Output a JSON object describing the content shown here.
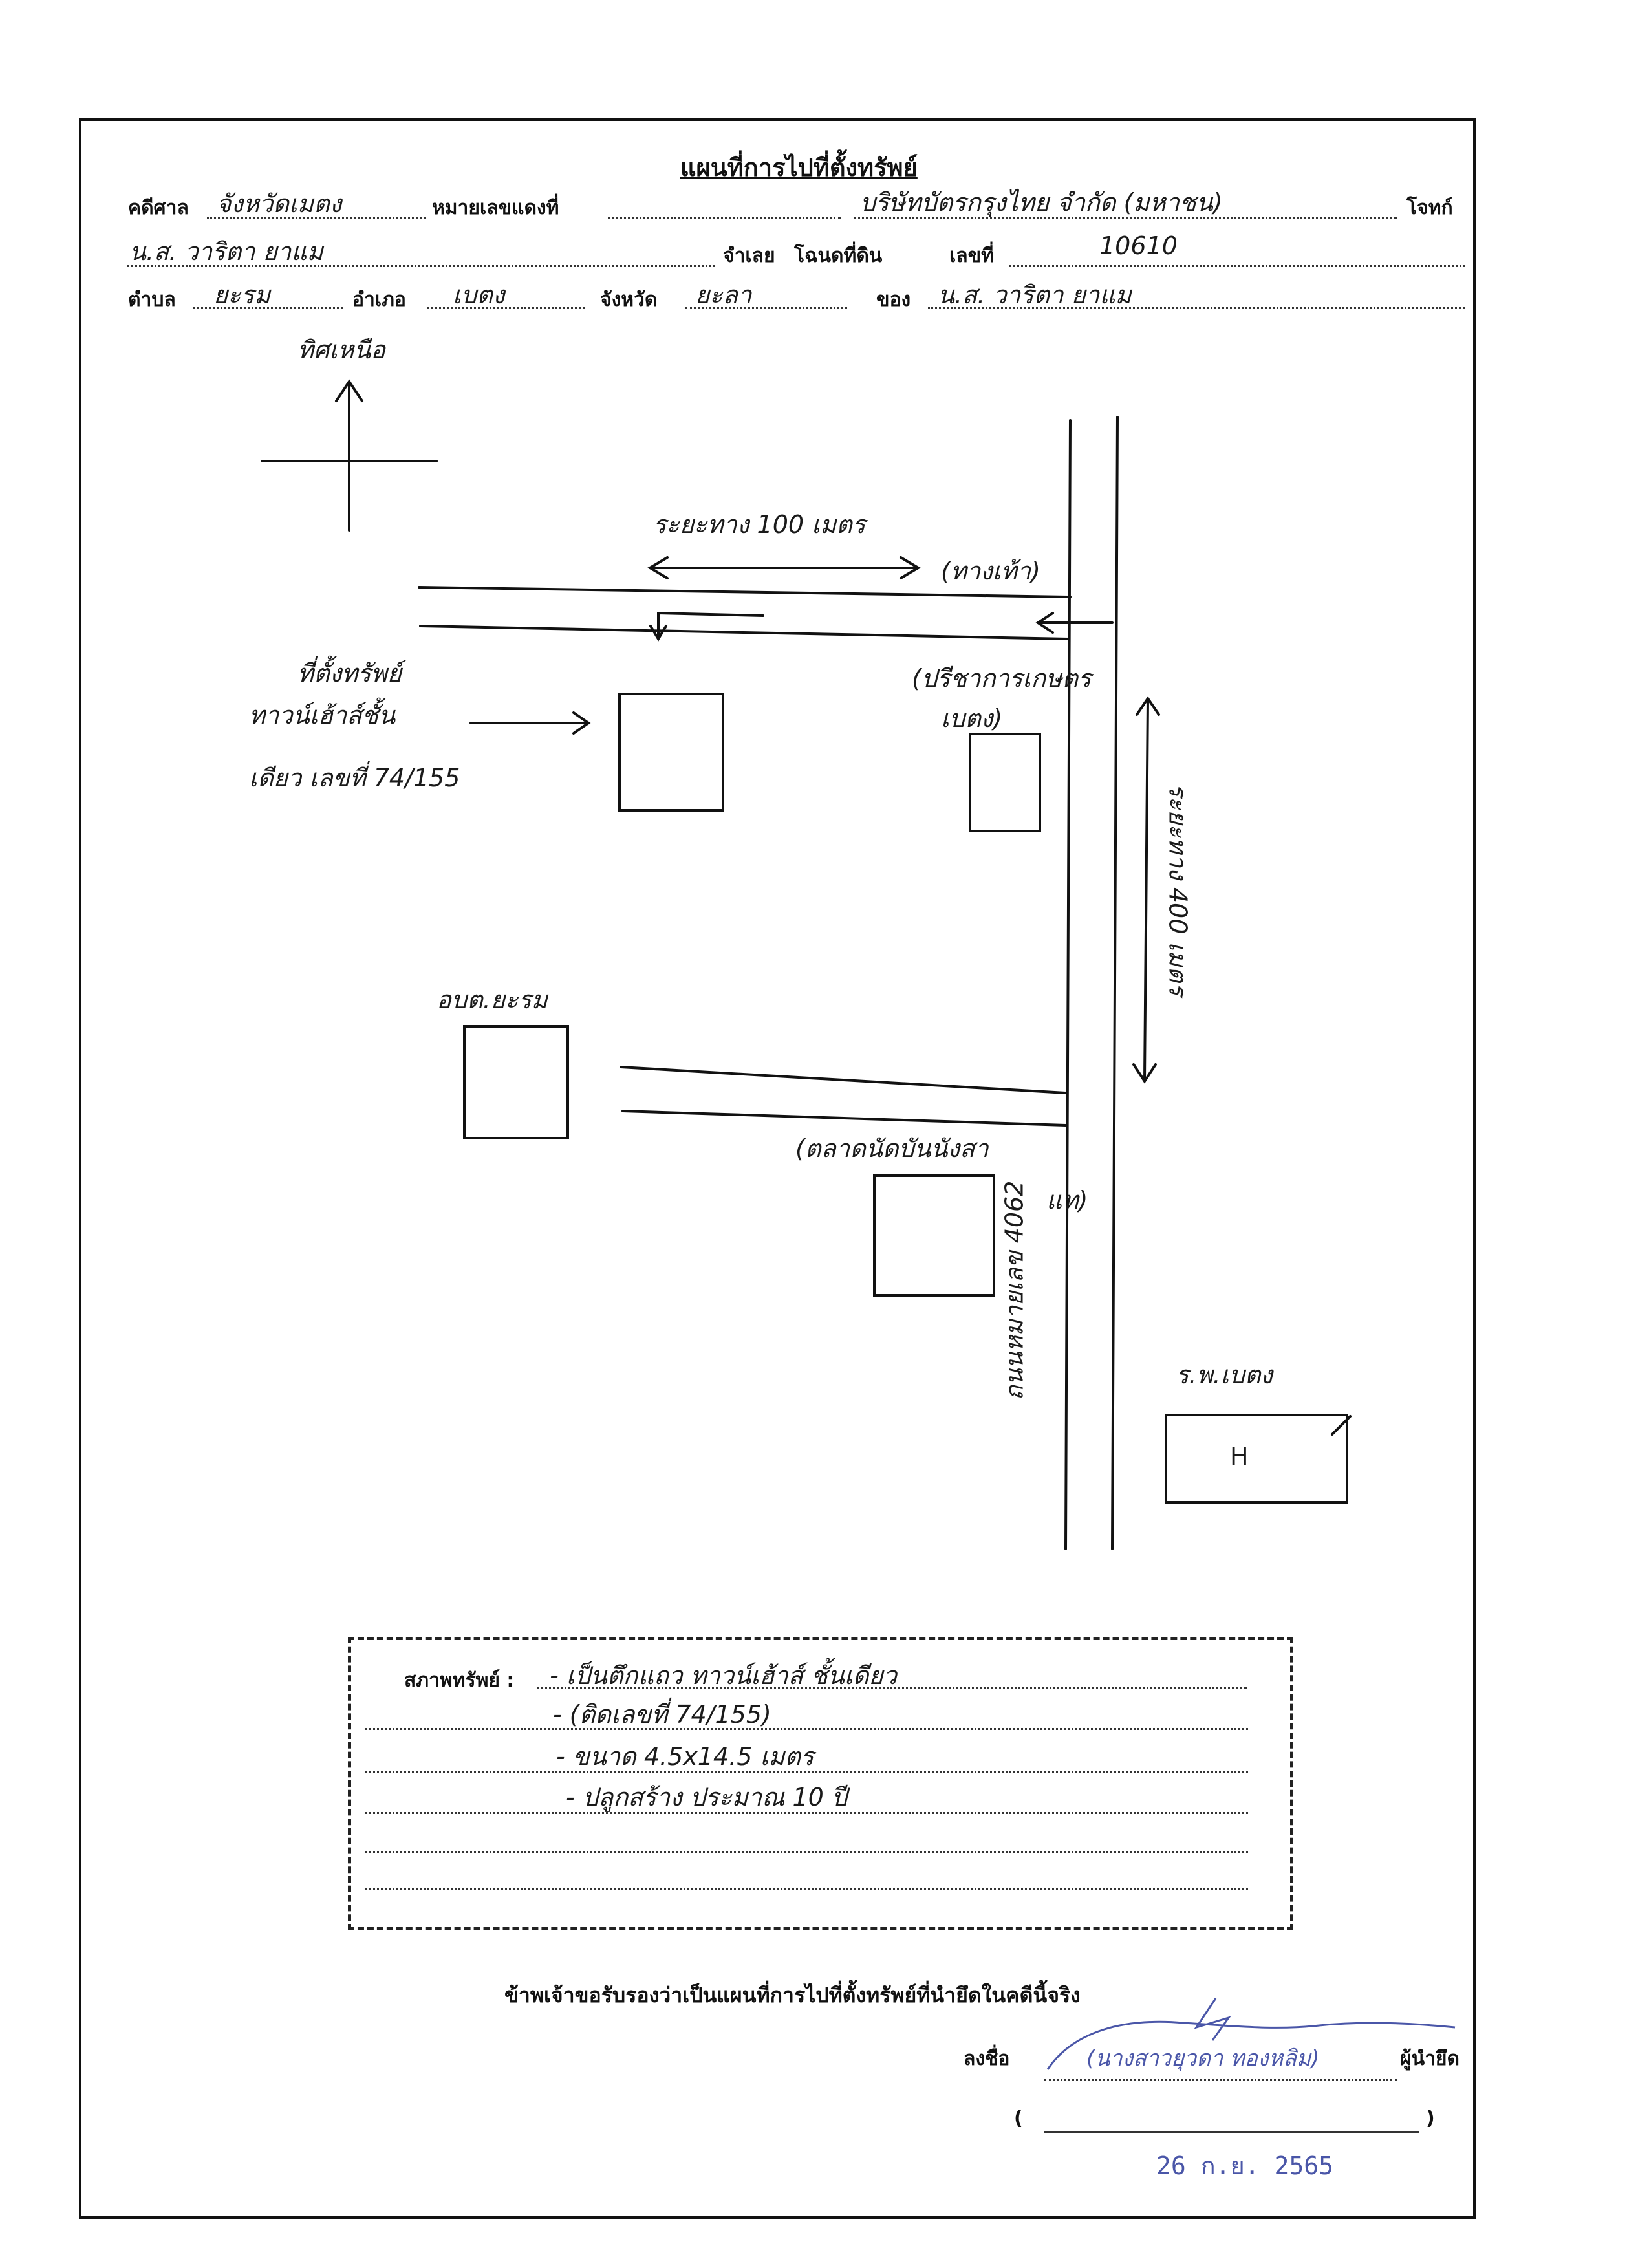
{
  "header": {
    "title": "แผนที่การไปที่ตั้งทรัพย์",
    "court_label": "คดีศาล",
    "court_value": "จังหวัดเมตง",
    "red_case_label": "หมายเลขแดงที่",
    "red_case_value": "",
    "plaintiff_value": "บริษัทบัตรกรุงไทย จำกัด (มหาชน)",
    "plaintiff_label": "โจทก์",
    "defendant_value": "น.ส. วาริตา ยาแม",
    "defendant_label": "จำเลย",
    "deed_label": "โฉนดที่ดิน",
    "number_label": "เลขที่",
    "number_value": "10610",
    "subdistrict_label": "ตำบล",
    "subdistrict_value": "ยะรม",
    "district_label": "อำเภอ",
    "district_value": "เบตง",
    "province_label": "จังหวัด",
    "province_value": "ยะลา",
    "owner_label": "ของ",
    "owner_value": "น.ส. วาริตา ยาแม"
  },
  "map": {
    "north_label": "ทิศเหนือ",
    "distance_label": "ระยะทาง 100 เมตร",
    "alley_label": "(ทางเท้า)",
    "property_label_line1": "ที่ตั้งทรัพย์",
    "property_label_line2": "ทาวน์เฮ้าส์ชั้น",
    "property_label_line3": "เดียว เลขที่ 74/155",
    "agri_label_line1": "(ปรีชาการเกษตร",
    "agri_label_line2": "เบตง)",
    "tambon_org_label": "อบต.ยะรม",
    "market_label_line1": "(ตลาดนัดบันนังสา",
    "market_label_line2": "แท)",
    "road_label": "ถนนหมายเลข 4062",
    "side_distance_label": "ระยะทาง 400 เมตร",
    "hospital_label": "ร.พ.เบตง",
    "hospital_symbol": "H"
  },
  "condition": {
    "label": "สภาพทรัพย์ :",
    "lines": [
      "- เป็นตึกแถว ทาวน์เฮ้าส์ ชั้นเดียว",
      "- (ติดเลขที่ 74/155)",
      "- ขนาด 4.5x14.5 เมตร",
      "- ปลูกสร้าง ประมาณ 10 ปี"
    ]
  },
  "footer": {
    "certify_text": "ข้าพเจ้าขอรับรองว่าเป็นแผนที่การไปที่ตั้งทรัพย์ที่นำยึดในคดีนี้จริง",
    "sign_label": "ลงชื่อ",
    "signer_role": "ผู้นำยึด",
    "signer_name": "(นางสาวยุวดา ทองหลิม)",
    "paren_open": "(",
    "paren_close": ")",
    "date_stamp": "26 ก.ย. 2565"
  }
}
